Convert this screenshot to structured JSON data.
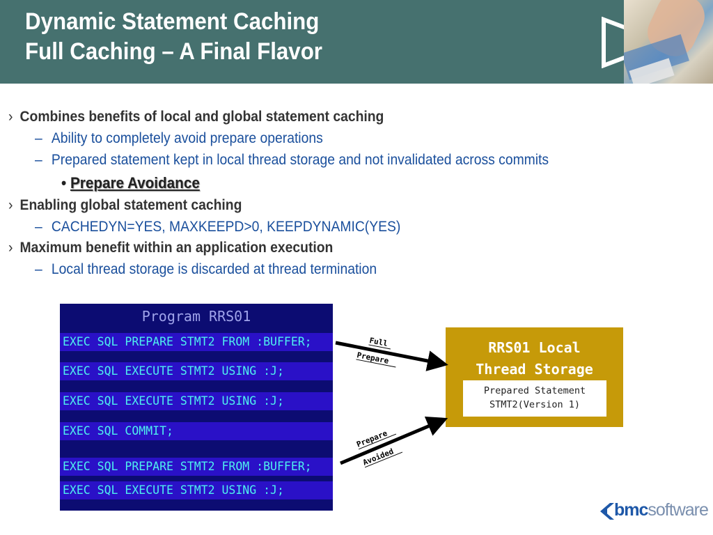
{
  "header": {
    "title_line1": "Dynamic Statement Caching",
    "title_line2": "Full Caching – A Final Flavor",
    "icon": "play-triangle-icon"
  },
  "bullets": {
    "b1_mark": "›",
    "b2_mark": "–",
    "b3_mark": "•",
    "item1": "Combines benefits of local and global statement caching",
    "item1_sub1": "Ability to completely avoid prepare operations",
    "item1_sub2": "Prepared statement kept in local thread storage and not invalidated across commits",
    "item1_sub2_sub1": "Prepare Avoidance",
    "item2": "Enabling global statement caching",
    "item2_sub1": "CACHEDYN=YES, MAXKEEPD>0, KEEPDYNAMIC(YES)",
    "item3": "Maximum benefit within an application execution",
    "item3_sub1": "Local thread storage is discarded at thread termination"
  },
  "program": {
    "title": "Program RRS01",
    "lines": [
      "EXEC SQL PREPARE STMT2 FROM :BUFFER;",
      "EXEC SQL EXECUTE STMT2 USING :J;",
      "EXEC SQL EXECUTE STMT2 USING :J;",
      "EXEC SQL COMMIT;",
      "EXEC SQL PREPARE STMT2 FROM :BUFFER;",
      "EXEC SQL EXECUTE STMT2 USING :J;"
    ]
  },
  "storage": {
    "title_line1": "RRS01 Local",
    "title_line2": "Thread Storage",
    "inner_line1": "Prepared Statement",
    "inner_line2": "STMT2(Version 1)"
  },
  "arrows": {
    "top_label1": "Full",
    "top_label2": "Prepare",
    "bottom_label1": "Prepare",
    "bottom_label2": "Avoided"
  },
  "logo": {
    "bmc": "bmc",
    "software": "software"
  },
  "colors": {
    "header_bg": "#46716f",
    "code_box_bg": "#0c0c72",
    "code_row_bg": "#2a11c7",
    "code_text": "#4ef0ee",
    "storage_bg": "#c69a09",
    "sub_bullet_text": "#1a4f9c"
  }
}
